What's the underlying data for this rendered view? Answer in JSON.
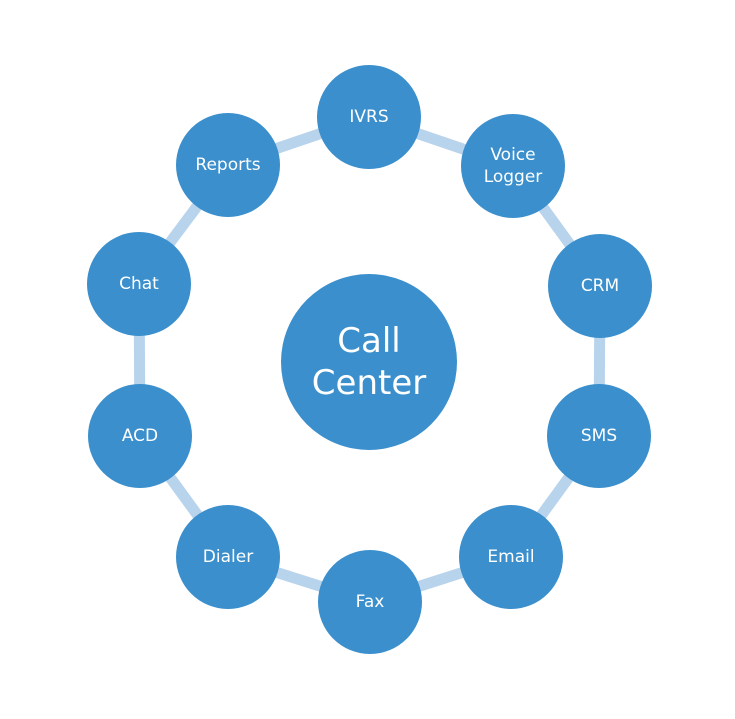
{
  "diagram": {
    "center": {
      "lines": [
        "Call",
        "Center"
      ]
    },
    "nodes": [
      {
        "id": "ivrs",
        "lines": [
          "IVRS"
        ]
      },
      {
        "id": "voice-logger",
        "lines": [
          "Voice",
          "Logger"
        ]
      },
      {
        "id": "crm",
        "lines": [
          "CRM"
        ]
      },
      {
        "id": "sms",
        "lines": [
          "SMS"
        ]
      },
      {
        "id": "email",
        "lines": [
          "Email"
        ]
      },
      {
        "id": "fax",
        "lines": [
          "Fax"
        ]
      },
      {
        "id": "dialer",
        "lines": [
          "Dialer"
        ]
      },
      {
        "id": "acd",
        "lines": [
          "ACD"
        ]
      },
      {
        "id": "chat",
        "lines": [
          "Chat"
        ]
      },
      {
        "id": "reports",
        "lines": [
          "Reports"
        ]
      }
    ],
    "colors": {
      "node_fill": "#3a8fcc",
      "connector": "#b8d3ec",
      "text": "#ffffff",
      "background": "#ffffff"
    }
  }
}
